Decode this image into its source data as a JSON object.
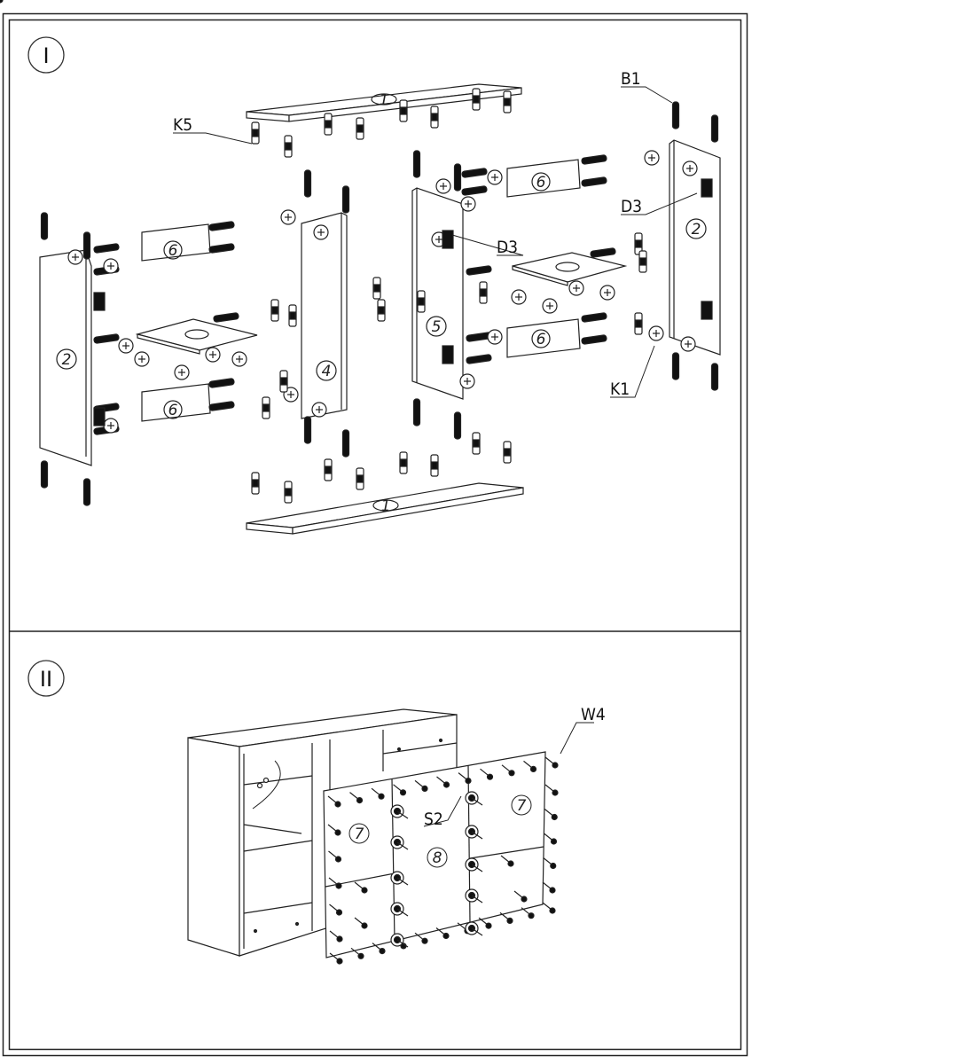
{
  "steps": [
    {
      "label": "I"
    },
    {
      "label": "II"
    }
  ],
  "step1": {
    "callouts": [
      "K5",
      "B1",
      "D3",
      "D3",
      "K1"
    ],
    "part_numbers": {
      "top_board": "1",
      "bottom_board": "1",
      "left_side": "2",
      "right_side": "2",
      "divider_a": "4",
      "divider_b": "5",
      "drawer_rail_1": "6",
      "drawer_rail_2": "6",
      "drawer_rail_3": "6",
      "drawer_rail_4": "6"
    }
  },
  "step2": {
    "callouts": [
      "W4",
      "S2"
    ],
    "part_numbers": {
      "back_left": "7",
      "back_right": "7",
      "back_center": "8"
    }
  },
  "colors": {
    "ink": "#1a1a1a",
    "paper": "#ffffff"
  }
}
